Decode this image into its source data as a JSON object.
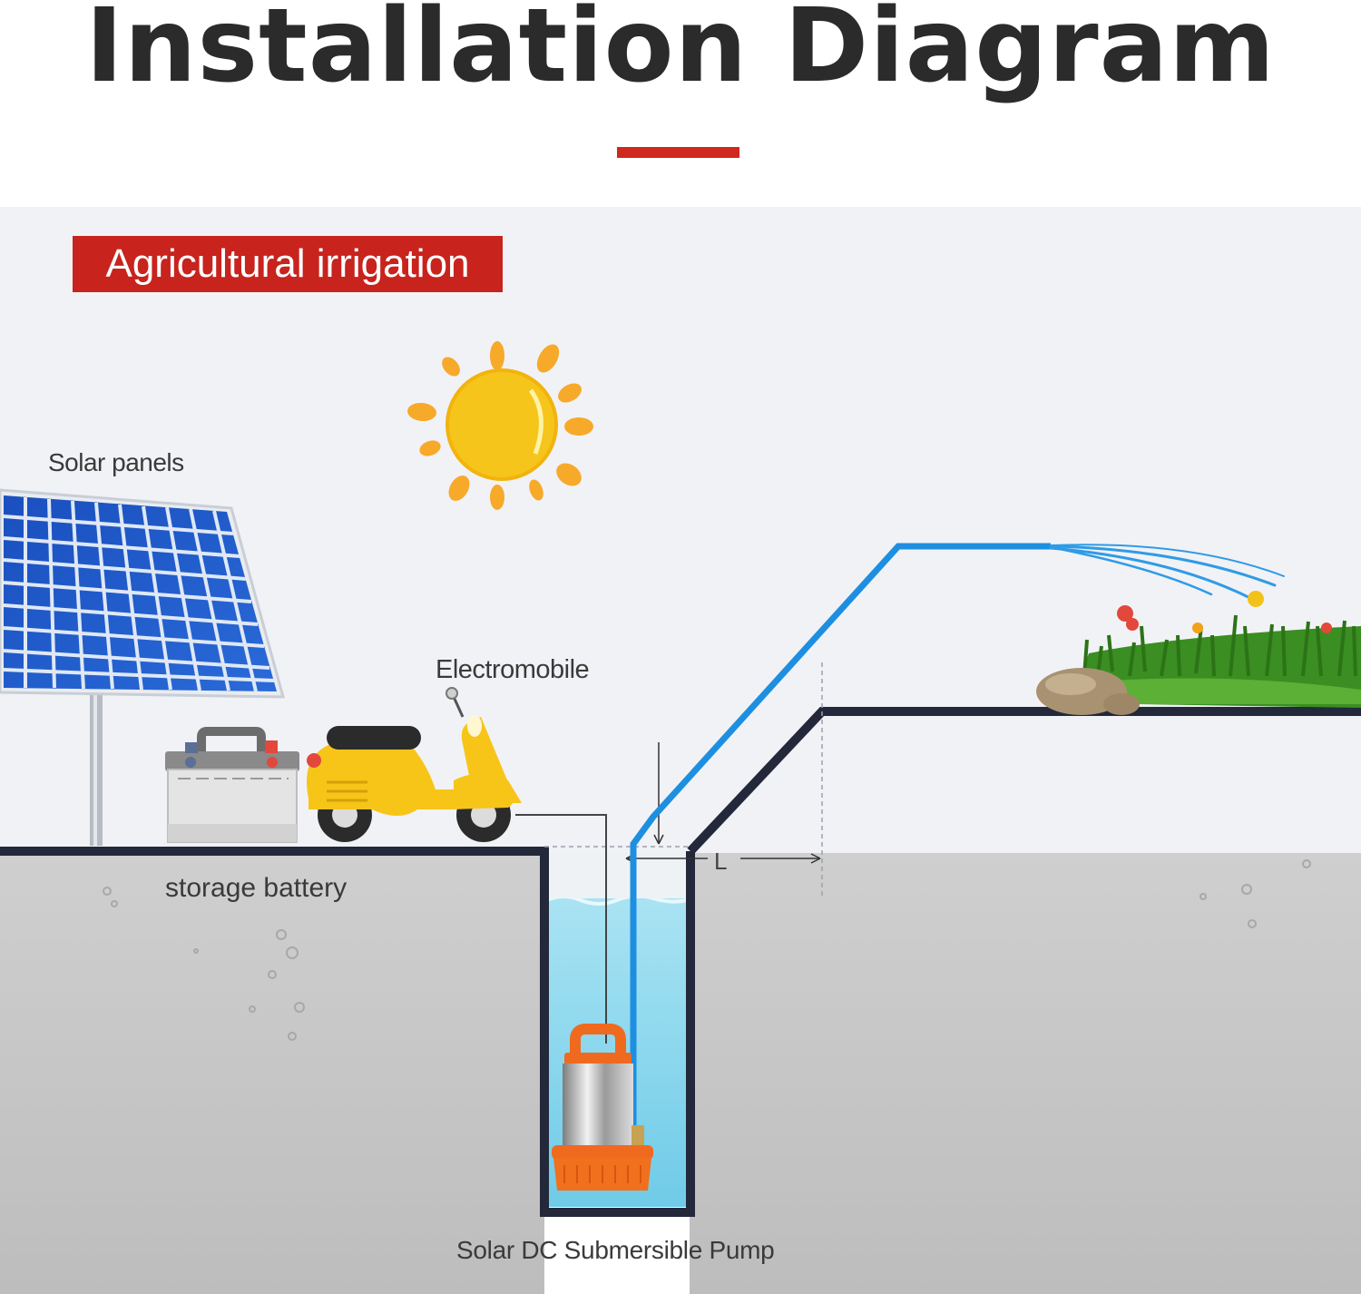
{
  "title": "Installation Diagram",
  "badge": "Agricultural irrigation",
  "labels": {
    "solar_panels": "Solar panels",
    "electromobile": "Electromobile",
    "storage_battery": "storage battery",
    "pump": "Solar DC Submersible Pump",
    "distance": "L"
  },
  "colors": {
    "accent": "#d0281f",
    "badge": "#c8231d",
    "pipe": "#1e8fe0",
    "ground": "#c9c9c9",
    "sky": "#f1f2f6",
    "outline": "#23283a",
    "water": "#7fd3ec",
    "sun": "#f6c51b",
    "sun_rays": "#f7a92a",
    "scooter": "#f6c518",
    "panel": "#1c56c4"
  }
}
